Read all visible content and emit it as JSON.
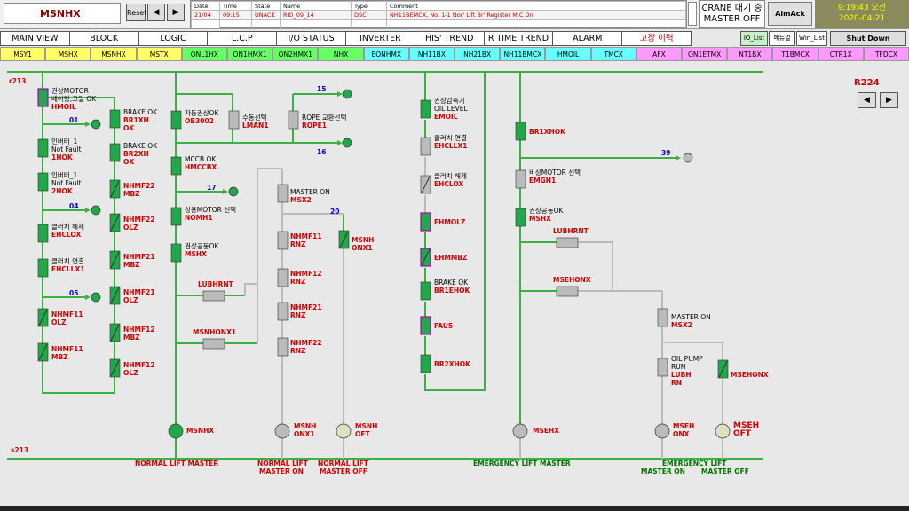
{
  "header": {
    "title": "MSNHX",
    "reset": "Reset",
    "nav_left": "◀",
    "nav_right": "▶",
    "alarm_cols": [
      "Date",
      "Time",
      "State",
      "Name",
      "Type",
      "Comment"
    ],
    "alarm_row": [
      "21/04",
      "09:15",
      "UNACK",
      "RIO_09_14",
      "DSC",
      "NH11BEMCX, No. 1-1 Nor' Lift Br' Register M.C On"
    ],
    "crane_line1": "CRANE 대기 중",
    "crane_line2": "MASTER OFF",
    "almack": "AlmAck",
    "clock_time": "9:19:43 오전",
    "clock_date": "2020-04-21"
  },
  "menu": [
    "MAIN VIEW",
    "BLOCK",
    "LOGIC",
    "L.C.P",
    "I/O STATUS",
    "INVERTER",
    "HIS' TREND",
    "R TIME TREND",
    "ALARM",
    "고장 이력"
  ],
  "side": {
    "io_list": "IO_List",
    "menu_ko": "메뉴얼",
    "win_list": "Win_List",
    "shutdown": "Shut Down"
  },
  "tabs": [
    {
      "label": "MSY1",
      "color": "#ffff66"
    },
    {
      "label": "MSHX",
      "color": "#ffff66"
    },
    {
      "label": "MSNHX",
      "color": "#ffff66"
    },
    {
      "label": "MSTX",
      "color": "#ffff66"
    },
    {
      "label": "ONL1HX",
      "color": "#66ff66"
    },
    {
      "label": "ON1HMX1",
      "color": "#66ff66"
    },
    {
      "label": "ON2HMX1",
      "color": "#66ff66"
    },
    {
      "label": "NHX",
      "color": "#66ff66"
    },
    {
      "label": "EONHMX",
      "color": "#66ffff"
    },
    {
      "label": "NH11BX",
      "color": "#66ffff"
    },
    {
      "label": "NH21BX",
      "color": "#66ffff"
    },
    {
      "label": "NH11BMCX",
      "color": "#66ffff"
    },
    {
      "label": "HMOIL",
      "color": "#66ffff"
    },
    {
      "label": "TMCX",
      "color": "#66ffff"
    },
    {
      "label": "AFX",
      "color": "#ff99ff"
    },
    {
      "label": "ON1ETMX",
      "color": "#ff99ff"
    },
    {
      "label": "NT1BX",
      "color": "#ff99ff"
    },
    {
      "label": "T1BMCX",
      "color": "#ff99ff"
    },
    {
      "label": "CTR1X",
      "color": "#ff99ff"
    },
    {
      "label": "TFDCX",
      "color": "#ff99ff"
    }
  ],
  "diagram": {
    "top_rail": "r213",
    "bottom_rail": "s213",
    "page_id": "R224",
    "page_prev": "◀",
    "page_next": "▶",
    "col1": [
      {
        "l1": "권상MOTOR",
        "l2": "베어링,코일 OK",
        "tag": "HMOIL"
      },
      {
        "l1": "인버터_1",
        "l2": "Not Fault",
        "tag": "1HOK"
      },
      {
        "l1": "인버터_1",
        "l2": "Not Fault",
        "tag": "2HOK"
      },
      {
        "l1": "클러치 해제",
        "l2": "",
        "tag": "EHCLOX"
      },
      {
        "l1": "클러치 연결",
        "l2": "",
        "tag": "EHCLLX1"
      },
      {
        "l1": "",
        "l2": "",
        "tag": "NHMF11 OLZ"
      },
      {
        "l1": "",
        "l2": "",
        "tag": "NHMF11 MBZ"
      }
    ],
    "col2": [
      {
        "l1": "BRAKE OK",
        "tag": "BR1XH OK"
      },
      {
        "l1": "BRAKE OK",
        "tag": "BR2XH OK"
      },
      {
        "l1": "",
        "tag": "NHMF22 MBZ"
      },
      {
        "l1": "",
        "tag": "NHMF22 OLZ"
      },
      {
        "l1": "",
        "tag": "NHMF21 MBZ"
      },
      {
        "l1": "",
        "tag": "NHMF21 OLZ"
      },
      {
        "l1": "",
        "tag": "NHMF12 MBZ"
      },
      {
        "l1": "",
        "tag": "NHMF12 OLZ"
      }
    ],
    "col3": [
      {
        "l1": "자동권상OK",
        "tag": "OB3002"
      },
      {
        "l1": "MCCB OK",
        "tag": "HMCCBX"
      },
      {
        "l1": "상용MOTOR 선택",
        "tag": "NOMH1"
      },
      {
        "l1": "권상공동OK",
        "tag": "MSHX"
      }
    ],
    "manual_sel": {
      "l1": "수동선택",
      "tag": "LMAN1"
    },
    "rope_sel": {
      "l1": "ROPE 교환선택",
      "tag": "ROPE1"
    },
    "lubhrnt": "LUBHRNT",
    "msnhonx1": "MSNHONX1",
    "master_on": {
      "l1": "MASTER ON",
      "tag": "MSX2"
    },
    "col4": [
      "NHMF11 RNZ",
      "NHMF12 RNZ",
      "NHMF21 RNZ",
      "NHMF22 RNZ"
    ],
    "msnh_onx1": "MSNH ONX1",
    "jumps": {
      "j15": "15",
      "j01": "01",
      "j16": "16",
      "j04": "04",
      "j17": "17",
      "j05": "05",
      "j20": "20",
      "j39": "39"
    },
    "coils": {
      "c1": "MSNHX",
      "c2": "MSNH ONX1",
      "c3": "MSNH OFT",
      "c4": "MSEHX",
      "c5": "MSEH ONX",
      "c6": "MSEH OFT"
    },
    "emg_col": [
      {
        "l1": "권상감속기",
        "l2": "OIL LEVEL",
        "tag": "EMOIL"
      },
      {
        "l1": "클러치 연결",
        "l2": "",
        "tag": "EHCLLX1"
      },
      {
        "l1": "클러치 해제",
        "l2": "",
        "tag": "EHCLOX"
      },
      {
        "l1": "",
        "l2": "",
        "tag": "EHMOLZ"
      },
      {
        "l1": "",
        "l2": "",
        "tag": "EHMMBZ"
      },
      {
        "l1": "BRAKE OK",
        "l2": "",
        "tag": "BR1EHOK"
      },
      {
        "l1": "",
        "l2": "",
        "tag": "FAU5"
      },
      {
        "l1": "",
        "l2": "",
        "tag": "BR2XHOK"
      }
    ],
    "emg2": [
      {
        "l1": "",
        "tag": "BR1XHOK"
      },
      {
        "l1": "비상MOTOR 선택",
        "tag": "EMGH1"
      },
      {
        "l1": "권상공동OK",
        "tag": "MSHX"
      }
    ],
    "lubhrnt2": "LUBHRNT",
    "msehonx": "MSEHONX",
    "master_on2": {
      "l1": "MASTER ON",
      "tag": "MSX2"
    },
    "oilpump": {
      "l1": "OIL PUMP",
      "l2": "RUN",
      "tag": "LUBH RN"
    },
    "msehonx2": "MSEHONX",
    "bottom_labels": {
      "nlm": "NORMAL LIFT MASTER",
      "nlmon1": "NORMAL LIFT",
      "nlmon2": "MASTER ON",
      "nlmoff1": "NORMAL LIFT",
      "nlmoff2": "MASTER OFF",
      "elm": "EMERGENCY LIFT MASTER",
      "elm2": "EMERGENCY LIFT",
      "elmon": "MASTER ON",
      "elmoff": "MASTER OFF"
    }
  }
}
